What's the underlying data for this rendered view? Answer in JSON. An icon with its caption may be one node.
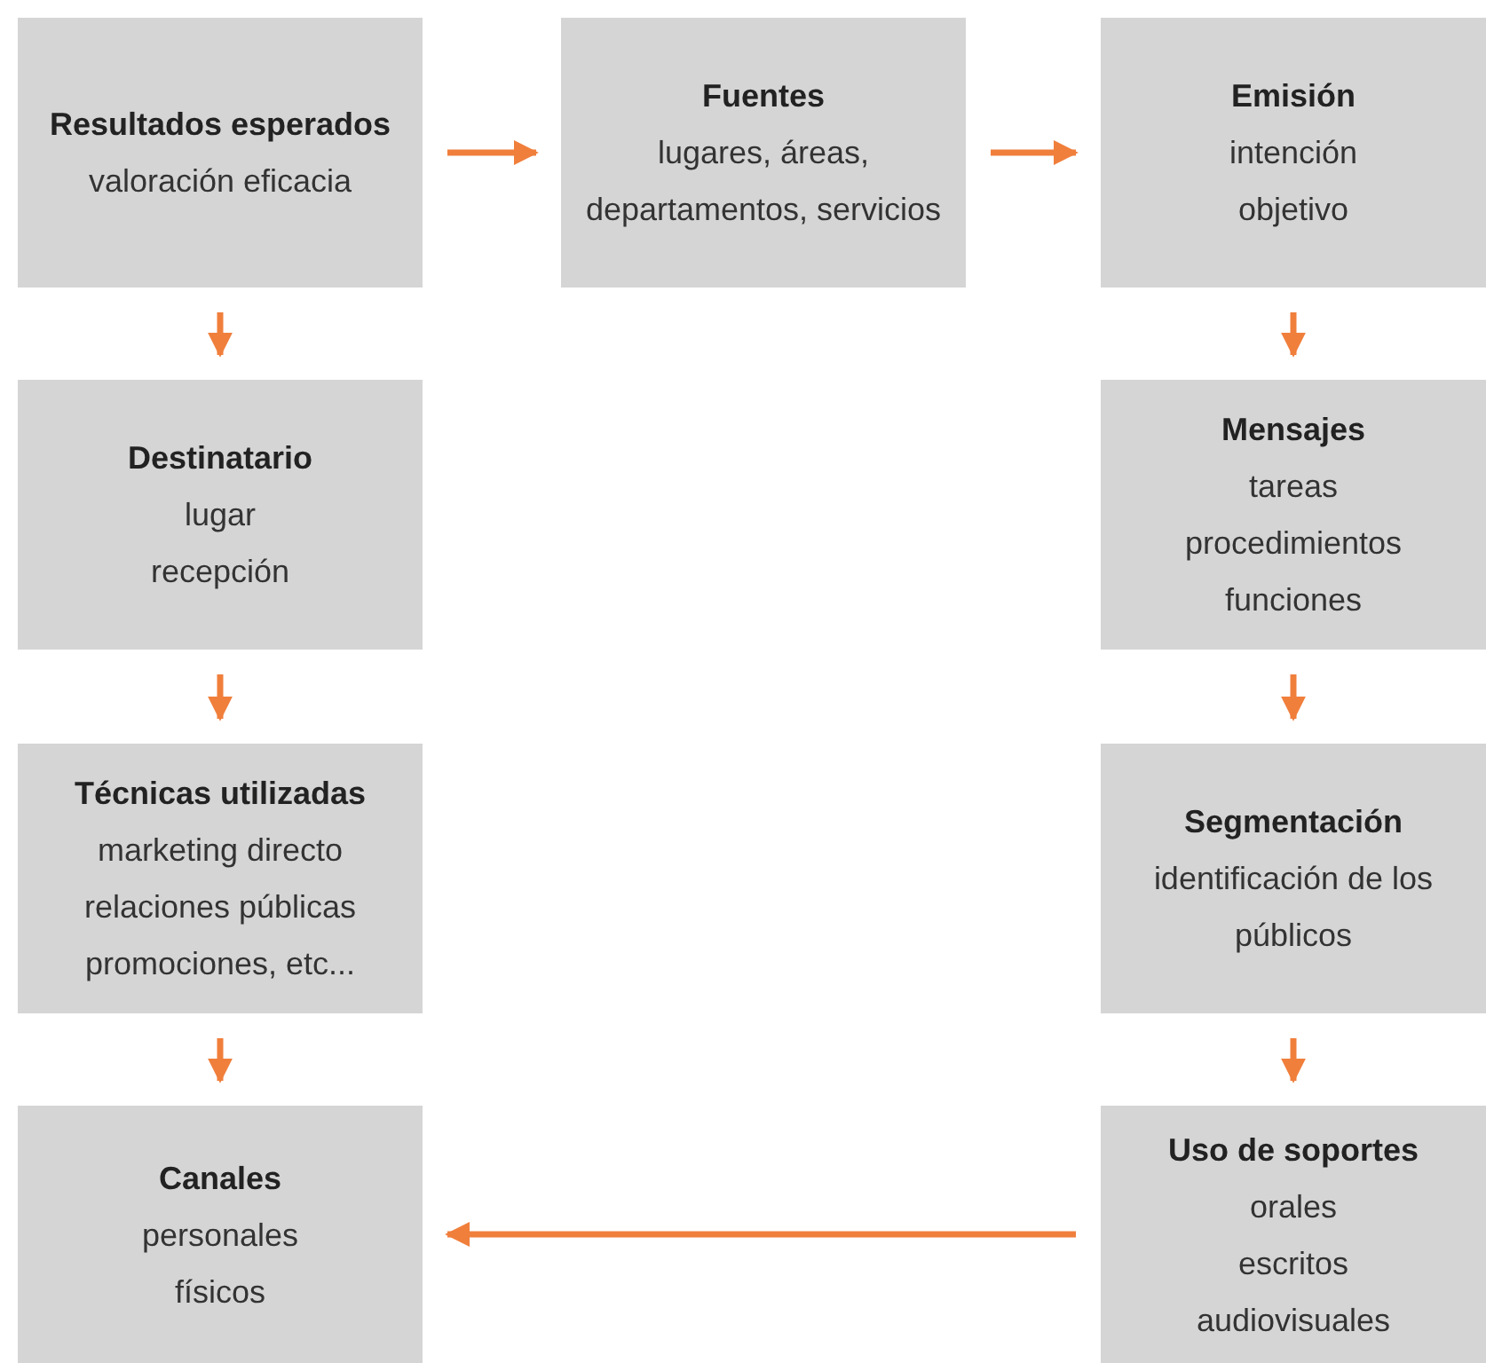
{
  "diagram": {
    "nodes": [
      {
        "text": [
          "Resultados esperados",
          "valoración eficacia"
        ]
      },
      {
        "text": [
          "Fuentes",
          "lugares, áreas, departamentos, servicios"
        ]
      },
      {
        "text": [
          "Emisión",
          "intención",
          "objetivo"
        ]
      },
      {
        "text": [
          "Destinatario",
          "lugar",
          "recepción"
        ]
      },
      {
        "text": [
          "Mensajes",
          "tareas",
          "procedimientos",
          "funciones"
        ]
      },
      {
        "text": [
          "Técnicas utilizadas",
          "marketing directo",
          "relaciones públicas",
          "promociones, etc..."
        ]
      },
      {
        "text": [
          "Segmentación",
          "identificación de los públicos"
        ]
      },
      {
        "text": [
          "Canales",
          "personales",
          "físicos"
        ]
      },
      {
        "text": [
          "Uso de soportes",
          "orales",
          "escritos",
          "audiovisuales"
        ]
      }
    ],
    "edges": [
      {
        "from": 0,
        "to": 1,
        "arrow": "to"
      },
      {
        "from": 1,
        "to": 2,
        "arrow": "to"
      },
      {
        "from": 2,
        "to": 4,
        "arrow": "to"
      },
      {
        "from": 4,
        "to": 6,
        "arrow": "to"
      },
      {
        "from": 6,
        "to": 8,
        "arrow": "to"
      },
      {
        "from": 8,
        "to": 7,
        "arrow": "to"
      },
      {
        "from": 0,
        "to": 3,
        "arrow": "to"
      },
      {
        "from": 3,
        "to": 5,
        "arrow": "to"
      },
      {
        "from": 5,
        "to": 7,
        "arrow": "to"
      }
    ]
  }
}
